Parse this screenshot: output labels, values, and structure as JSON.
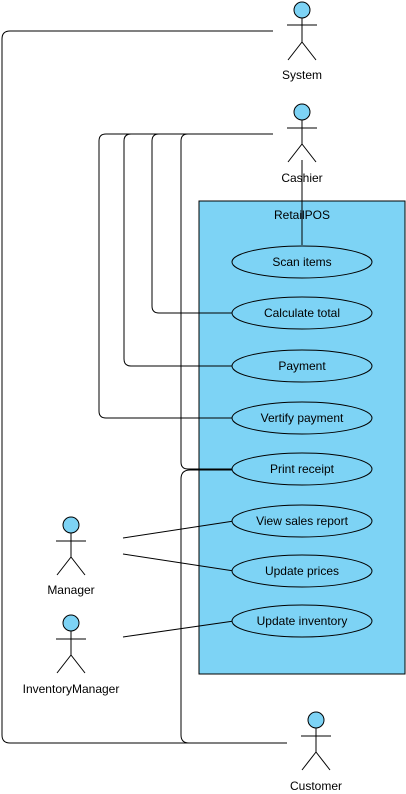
{
  "colors": {
    "system_fill": "#7DD3F5",
    "usecase_fill": "#7DD3F5",
    "actor_head_fill": "#7DD3F5",
    "stroke": "#000000"
  },
  "system_boundary": {
    "title": "RetailPOS"
  },
  "actors": {
    "system": "System",
    "cashier": "Cashier",
    "manager": "Manager",
    "inventory_manager": "InventoryManager",
    "customer": "Customer"
  },
  "use_cases": {
    "scan_items": "Scan items",
    "calculate_total": "Calculate total",
    "payment": "Payment",
    "verify_payment": "Vertify payment",
    "print_receipt": "Print receipt",
    "view_sales_report": "View sales report",
    "update_prices": "Update prices",
    "update_inventory": "Update inventory"
  }
}
